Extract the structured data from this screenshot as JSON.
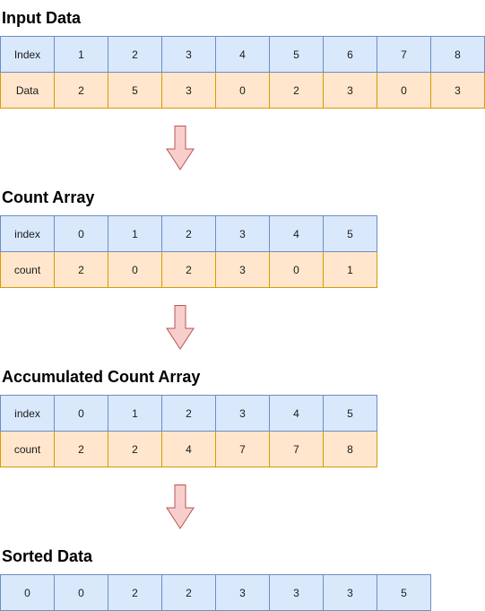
{
  "sections": {
    "input": {
      "title": "Input Data",
      "rows": [
        [
          "Index",
          "1",
          "2",
          "3",
          "4",
          "5",
          "6",
          "7",
          "8"
        ],
        [
          "Data",
          "2",
          "5",
          "3",
          "0",
          "2",
          "3",
          "0",
          "3"
        ]
      ]
    },
    "count": {
      "title": "Count Array",
      "rows": [
        [
          "index",
          "0",
          "1",
          "2",
          "3",
          "4",
          "5"
        ],
        [
          "count",
          "2",
          "0",
          "2",
          "3",
          "0",
          "1"
        ]
      ]
    },
    "accumulated": {
      "title": "Accumulated Count Array",
      "rows": [
        [
          "index",
          "0",
          "1",
          "2",
          "3",
          "4",
          "5"
        ],
        [
          "count",
          "2",
          "2",
          "4",
          "7",
          "7",
          "8"
        ]
      ]
    },
    "sorted": {
      "title": "Sorted Data",
      "rows": [
        [
          "0",
          "0",
          "2",
          "2",
          "3",
          "3",
          "3",
          "5"
        ]
      ]
    }
  },
  "colors": {
    "blue_fill": "#dae8fc",
    "blue_stroke": "#6c8ebf",
    "orange_fill": "#ffe6cc",
    "orange_stroke": "#d79b00",
    "arrow_fill": "#f8cecc",
    "arrow_stroke": "#b85450"
  },
  "icons": {
    "flow_arrow": "down-arrow-icon"
  }
}
